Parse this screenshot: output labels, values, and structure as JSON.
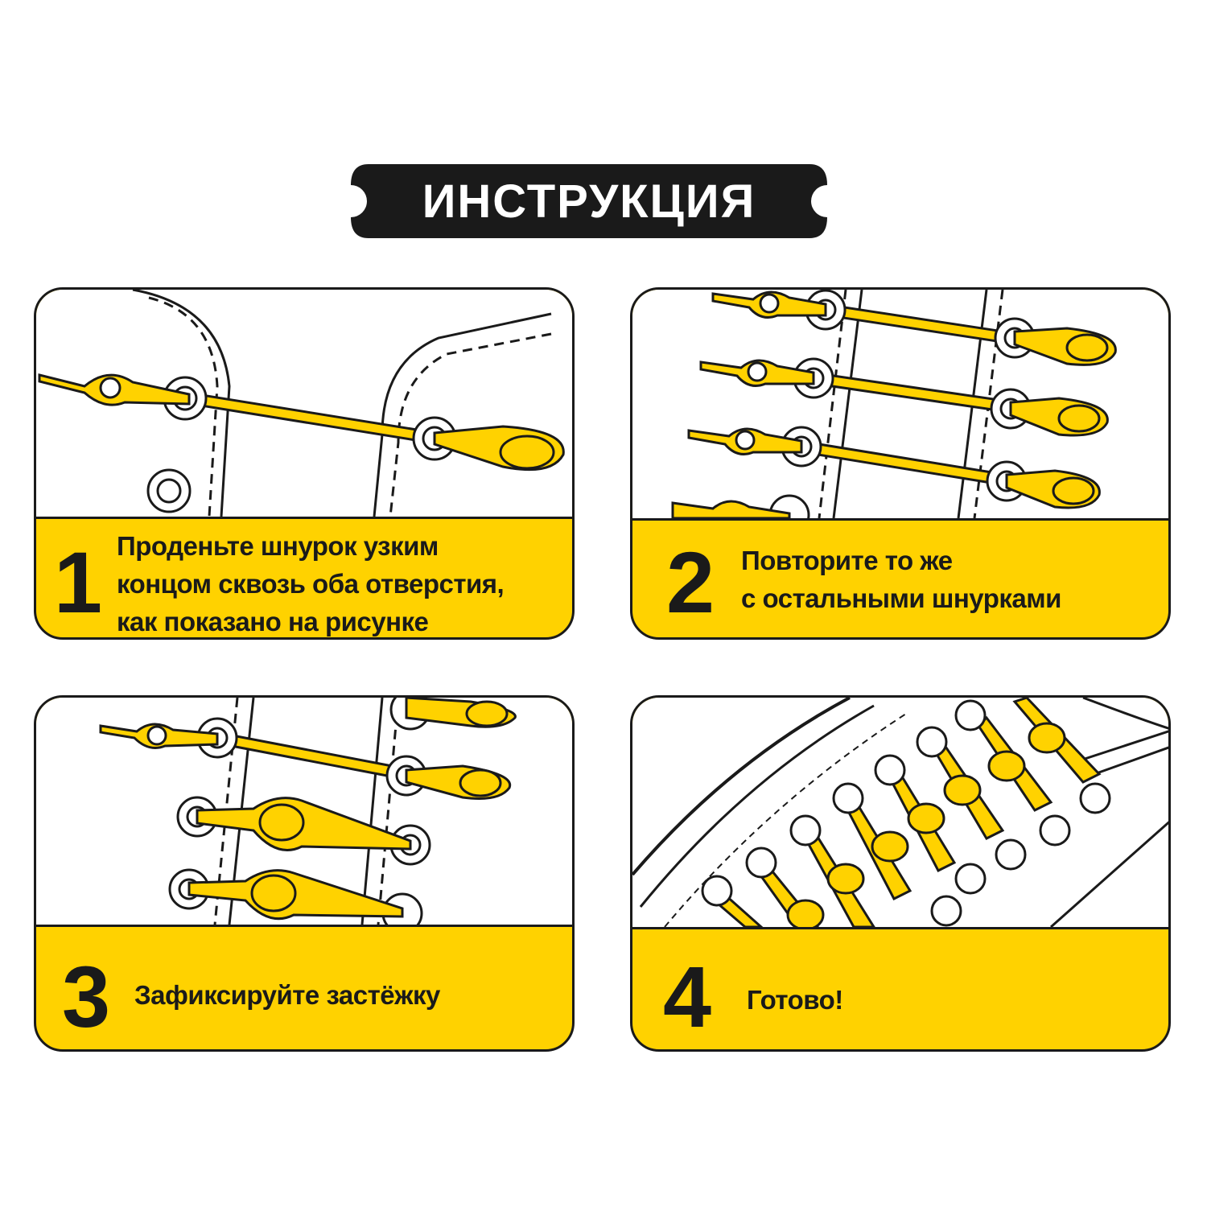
{
  "title": "ИНСТРУКЦИЯ",
  "colors": {
    "accent": "#FFD200",
    "dark": "#1a1a1a"
  },
  "steps": [
    {
      "number": "1",
      "lines": [
        "Проденьте шнурок узким",
        "концом сквозь оба отверстия,",
        "как показано на рисунке"
      ]
    },
    {
      "number": "2",
      "lines": [
        "Повторите то же",
        "с остальными шнурками"
      ]
    },
    {
      "number": "3",
      "lines": [
        "Зафиксируйте застёжку"
      ]
    },
    {
      "number": "4",
      "lines": [
        "Готово!"
      ]
    }
  ]
}
